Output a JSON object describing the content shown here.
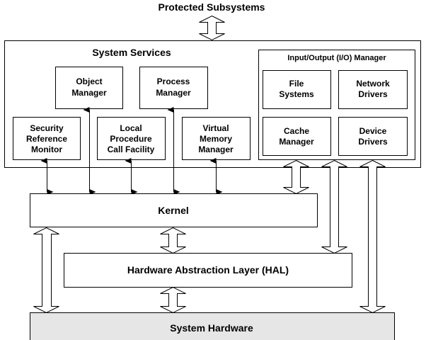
{
  "title": "Protected Subsystems",
  "system_services": {
    "label": "System Services",
    "components": [
      {
        "id": "object-manager",
        "lines": [
          "Object",
          "Manager"
        ]
      },
      {
        "id": "process-manager",
        "lines": [
          "Process",
          "Manager"
        ]
      },
      {
        "id": "security-reference-monitor",
        "lines": [
          "Security",
          "Reference",
          "Monitor"
        ]
      },
      {
        "id": "local-procedure-call-facility",
        "lines": [
          "Local",
          "Procedure",
          "Call Facility"
        ]
      },
      {
        "id": "virtual-memory-manager",
        "lines": [
          "Virtual",
          "Memory",
          "Manager"
        ]
      }
    ],
    "io_manager": {
      "label": "Input/Output (I/O) Manager",
      "components": [
        {
          "id": "file-systems",
          "lines": [
            "File",
            "Systems"
          ]
        },
        {
          "id": "network-drivers",
          "lines": [
            "Network",
            "Drivers"
          ]
        },
        {
          "id": "cache-manager",
          "lines": [
            "Cache",
            "Manager"
          ]
        },
        {
          "id": "device-drivers",
          "lines": [
            "Device",
            "Drivers"
          ]
        }
      ]
    }
  },
  "layers": {
    "kernel": "Kernel",
    "hal": "Hardware Abstraction Layer (HAL)",
    "hardware": "System Hardware"
  },
  "colors": {
    "stroke": "#000000",
    "background": "#ffffff",
    "hardware_fill": "#e6e6e6"
  }
}
